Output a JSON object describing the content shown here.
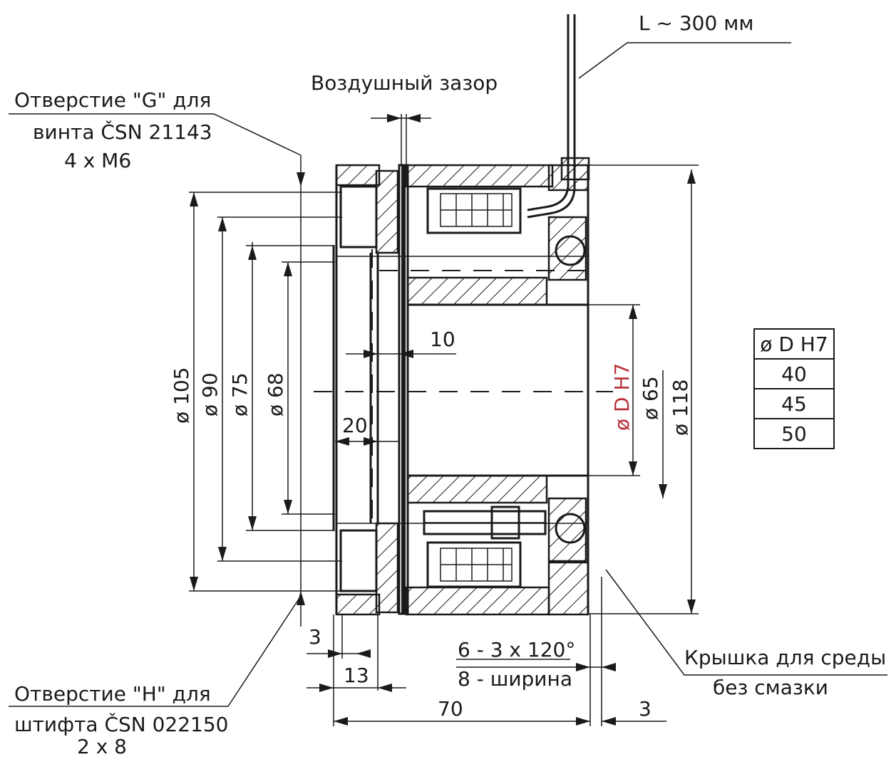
{
  "labels": {
    "cable_length": "L ~ 300 мм",
    "air_gap": "Воздушный зазор",
    "hole_g_line1": "Отверстие \"G\" для",
    "hole_g_line2": "винта ČSN 21143",
    "hole_g_line3": "4 x M6",
    "hole_h_line1": "Отверстие \"H\" для",
    "hole_h_line2": "штифта ČSN 022150",
    "hole_h_line3": "2 x 8",
    "cover_line1": "Крышка для среды",
    "cover_line2": "без смазки",
    "keyway_line1": "6 - 3 x 120°",
    "keyway_line2": "8 - ширина"
  },
  "dimensions": {
    "d105": "ø 105",
    "d90": "ø 90",
    "d75": "ø 75",
    "d68": "ø 68",
    "dD": "ø D H7",
    "d65": "ø 65",
    "d118": "ø 118",
    "dim10": "10",
    "dim20": "20",
    "dim3_left": "3",
    "dim13": "13",
    "dim70": "70",
    "dim3_right": "3"
  },
  "table": {
    "header": "ø D H7",
    "rows": [
      "40",
      "45",
      "50"
    ]
  }
}
